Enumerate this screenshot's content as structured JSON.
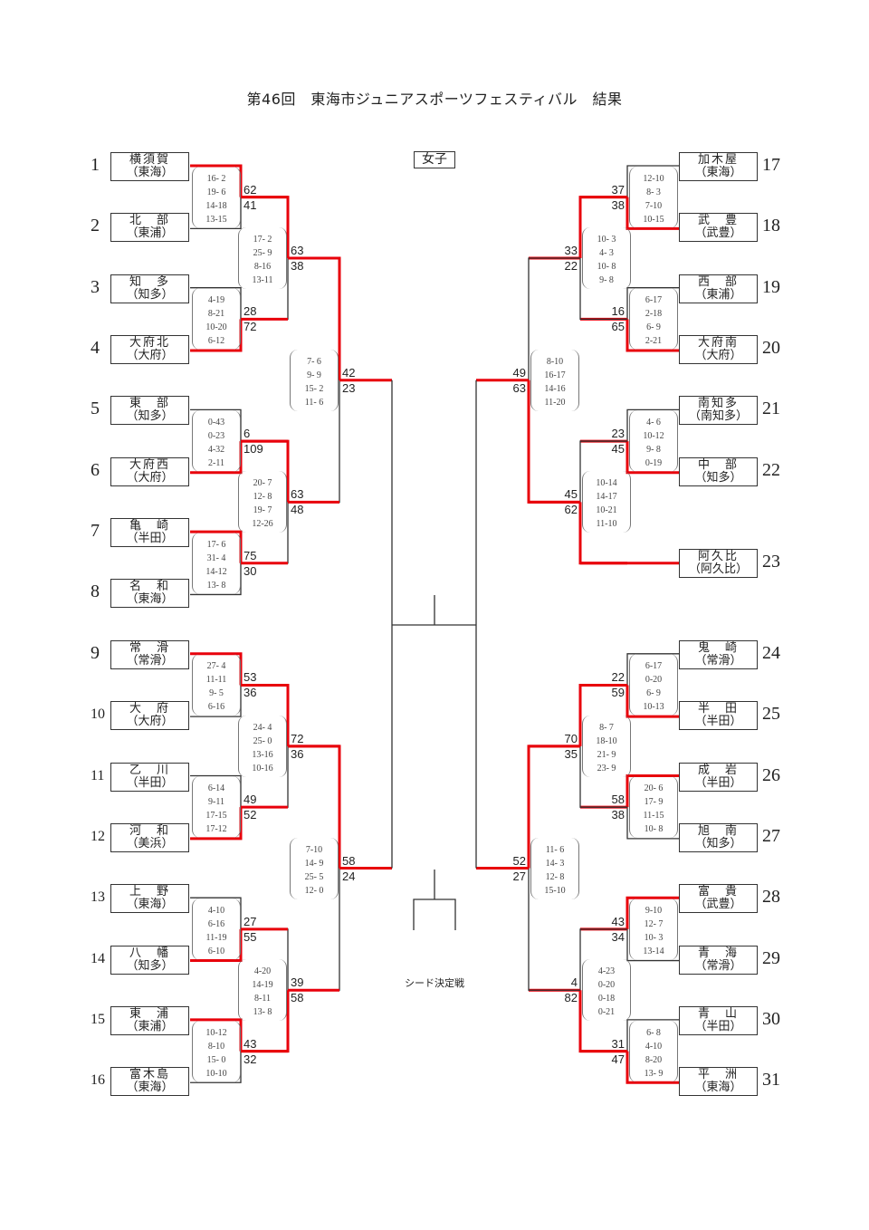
{
  "title": "第46回　東海市ジュニアスポーツフェスティバル　結果",
  "category": "女子",
  "seed_match_label": "シード決定戦",
  "colors": {
    "winner_line": "#e8000b",
    "line": "#333333"
  },
  "left": {
    "teams": [
      {
        "seed": "1",
        "name": "横須賀",
        "region": "（東海）"
      },
      {
        "seed": "2",
        "name": "北　部",
        "region": "（東浦）"
      },
      {
        "seed": "3",
        "name": "知　多",
        "region": "（知多）"
      },
      {
        "seed": "4",
        "name": "大府北",
        "region": "（大府）"
      },
      {
        "seed": "5",
        "name": "東　部",
        "region": "（知多）"
      },
      {
        "seed": "6",
        "name": "大府西",
        "region": "（大府）"
      },
      {
        "seed": "7",
        "name": "亀　崎",
        "region": "（半田）"
      },
      {
        "seed": "8",
        "name": "名　和",
        "region": "（東海）"
      },
      {
        "seed": "9",
        "name": "常　滑",
        "region": "（常滑）"
      },
      {
        "seed": "10",
        "name": "大　府",
        "region": "（大府）"
      },
      {
        "seed": "11",
        "name": "乙　川",
        "region": "（半田）"
      },
      {
        "seed": "12",
        "name": "河　和",
        "region": "（美浜）"
      },
      {
        "seed": "13",
        "name": "上　野",
        "region": "（東海）"
      },
      {
        "seed": "14",
        "name": "八　幡",
        "region": "（知多）"
      },
      {
        "seed": "15",
        "name": "東　浦",
        "region": "（東浦）"
      },
      {
        "seed": "16",
        "name": "富木島",
        "region": "（東海）"
      }
    ],
    "round1": [
      {
        "a": [
          0
        ],
        "b": [
          1
        ],
        "score_a": "62",
        "score_b": "41",
        "winner": "a",
        "quarters": [
          "16- 2",
          "19- 6",
          "14-18",
          "13-15"
        ]
      },
      {
        "a": [
          2
        ],
        "b": [
          3
        ],
        "score_a": "28",
        "score_b": "72",
        "winner": "b",
        "quarters": [
          "4-19",
          "8-21",
          "10-20",
          "6-12"
        ]
      },
      {
        "a": [
          4
        ],
        "b": [
          5
        ],
        "score_a": "6",
        "score_b": "109",
        "winner": "b",
        "quarters": [
          "0-43",
          "0-23",
          "4-32",
          "2-11"
        ]
      },
      {
        "a": [
          6
        ],
        "b": [
          7
        ],
        "score_a": "75",
        "score_b": "30",
        "winner": "a",
        "quarters": [
          "17- 6",
          "31- 4",
          "14-12",
          "13- 8"
        ]
      },
      {
        "a": [
          8
        ],
        "b": [
          9
        ],
        "score_a": "53",
        "score_b": "36",
        "winner": "a",
        "quarters": [
          "27- 4",
          "11-11",
          "9- 5",
          "6-16"
        ]
      },
      {
        "a": [
          10
        ],
        "b": [
          11
        ],
        "score_a": "49",
        "score_b": "52",
        "winner": "b",
        "quarters": [
          "6-14",
          "9-11",
          "17-15",
          "17-12"
        ]
      },
      {
        "a": [
          12
        ],
        "b": [
          13
        ],
        "score_a": "27",
        "score_b": "55",
        "winner": "b",
        "quarters": [
          "4-10",
          "6-16",
          "11-19",
          "6-10"
        ]
      },
      {
        "a": [
          14
        ],
        "b": [
          15
        ],
        "score_a": "43",
        "score_b": "32",
        "winner": "a",
        "quarters": [
          "10-12",
          "8-10",
          "15- 0",
          "10-10"
        ]
      }
    ],
    "round2": [
      {
        "score_a": "63",
        "score_b": "38",
        "winner": "a",
        "quarters": [
          "17- 2",
          "25- 9",
          "8-16",
          "13-11"
        ]
      },
      {
        "score_a": "63",
        "score_b": "48",
        "winner": "a",
        "quarters": [
          "20- 7",
          "12- 8",
          "19- 7",
          "12-26"
        ]
      },
      {
        "score_a": "72",
        "score_b": "36",
        "winner": "a",
        "quarters": [
          "24- 4",
          "25- 0",
          "13-16",
          "10-16"
        ]
      },
      {
        "score_a": "39",
        "score_b": "58",
        "winner": "b",
        "quarters": [
          "4-20",
          "14-19",
          "8-11",
          "13- 8"
        ]
      }
    ],
    "round3": [
      {
        "score_a": "42",
        "score_b": "23",
        "winner": "a",
        "quarters": [
          "7- 6",
          "9- 9",
          "15- 2",
          "11- 6"
        ]
      },
      {
        "score_a": "58",
        "score_b": "24",
        "winner": "a",
        "quarters": [
          "7-10",
          "14- 9",
          "25- 5",
          "12- 0"
        ]
      }
    ]
  },
  "right": {
    "teams": [
      {
        "seed": "17",
        "name": "加木屋",
        "region": "（東海）"
      },
      {
        "seed": "18",
        "name": "武　豊",
        "region": "（武豊）"
      },
      {
        "seed": "19",
        "name": "西　部",
        "region": "（東浦）"
      },
      {
        "seed": "20",
        "name": "大府南",
        "region": "（大府）"
      },
      {
        "seed": "21",
        "name": "南知多",
        "region": "（南知多）"
      },
      {
        "seed": "22",
        "name": "中　部",
        "region": "（知多）"
      },
      {
        "seed": "23",
        "name": "阿久比",
        "region": "（阿久比）"
      },
      {
        "seed": "24",
        "name": "鬼　崎",
        "region": "（常滑）"
      },
      {
        "seed": "25",
        "name": "半　田",
        "region": "（半田）"
      },
      {
        "seed": "26",
        "name": "成　岩",
        "region": "（半田）"
      },
      {
        "seed": "27",
        "name": "旭　南",
        "region": "（知多）"
      },
      {
        "seed": "28",
        "name": "富　貴",
        "region": "（武豊）"
      },
      {
        "seed": "29",
        "name": "青　海",
        "region": "（常滑）"
      },
      {
        "seed": "30",
        "name": "青　山",
        "region": "（半田）"
      },
      {
        "seed": "31",
        "name": "平　洲",
        "region": "（東海）"
      }
    ],
    "matches": [
      {
        "id": "r1a",
        "score_a": "37",
        "score_b": "38",
        "winner": "b",
        "quarters": [
          "12-10",
          "8- 3",
          "7-10",
          "10-15"
        ]
      },
      {
        "id": "r1b",
        "score_a": "16",
        "score_b": "65",
        "winner": "b",
        "quarters": [
          "6-17",
          "2-18",
          "6- 9",
          "2-21"
        ]
      },
      {
        "id": "r1c",
        "score_a": "23",
        "score_b": "45",
        "winner": "b",
        "quarters": [
          "4- 6",
          "10-12",
          "9- 8",
          "0-19"
        ]
      },
      {
        "id": "r1d",
        "score_a": "22",
        "score_b": "59",
        "winner": "b",
        "quarters": [
          "6-17",
          "0-20",
          "6- 9",
          "10-13"
        ]
      },
      {
        "id": "r1e",
        "score_a": "58",
        "score_b": "38",
        "winner": "a",
        "quarters": [
          "20- 6",
          "17- 9",
          "11-15",
          "10- 8"
        ]
      },
      {
        "id": "r1f",
        "score_a": "43",
        "score_b": "34",
        "winner": "a",
        "quarters": [
          "9-10",
          "12- 7",
          "10- 3",
          "13-14"
        ]
      },
      {
        "id": "r1g",
        "score_a": "31",
        "score_b": "47",
        "winner": "b",
        "quarters": [
          "6- 8",
          "4-10",
          "8-20",
          "13- 9"
        ]
      },
      {
        "id": "r2a",
        "score_a": "33",
        "score_b": "22",
        "winner": "a",
        "quarters": [
          "10- 3",
          "4- 3",
          "10- 8",
          "9- 8"
        ]
      },
      {
        "id": "r2b",
        "score_a": "45",
        "score_b": "62",
        "winner": "b",
        "quarters": [
          "10-14",
          "14-17",
          "10-21",
          "11-10"
        ]
      },
      {
        "id": "r2c",
        "score_a": "70",
        "score_b": "35",
        "winner": "a",
        "quarters": [
          "8- 7",
          "18-10",
          "21- 9",
          "23- 9"
        ]
      },
      {
        "id": "r2d",
        "score_a": "4",
        "score_b": "82",
        "winner": "b",
        "quarters": [
          "4-23",
          "0-20",
          "0-18",
          "0-21"
        ]
      },
      {
        "id": "r3a",
        "score_a": "49",
        "score_b": "63",
        "winner": "b",
        "quarters": [
          "8-10",
          "16-17",
          "14-16",
          "11-20"
        ]
      },
      {
        "id": "r3b",
        "score_a": "52",
        "score_b": "27",
        "winner": "a",
        "quarters": [
          "11- 6",
          "14- 3",
          "12- 8",
          "15-10"
        ]
      }
    ]
  }
}
